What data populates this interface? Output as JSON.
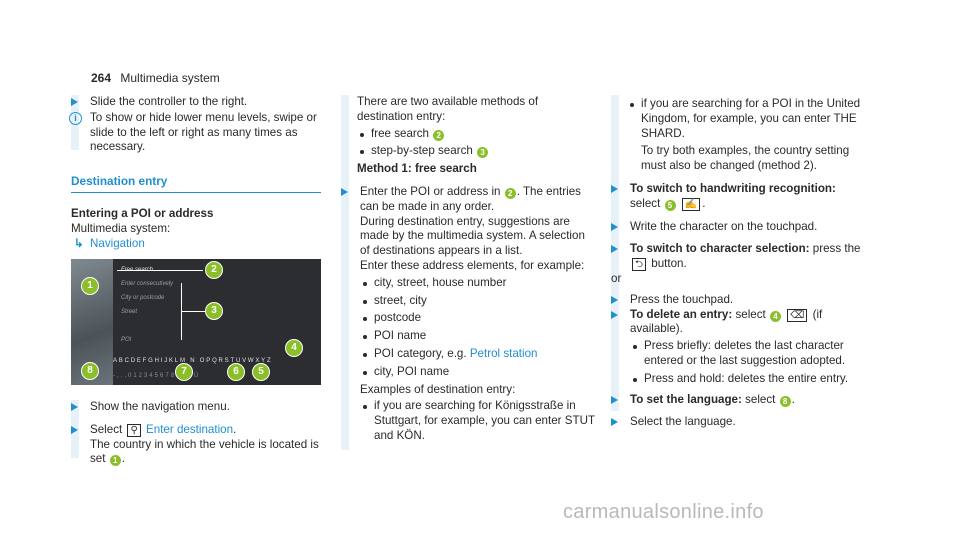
{
  "header": {
    "page_number": "264",
    "title": "Multimedia sy­stem"
  },
  "col1": {
    "step1": "Slide the controller to the right.",
    "info": "To show or hide lower menu levels, swipe or slide to the left or right as many times as necessary.",
    "section_title": "Destination entry",
    "subheading": "Entering a POI or address",
    "path_label": "Multimedia system:",
    "nav_link": "Navigation",
    "step2": "Show the navigation menu.",
    "step3_prefix": "Select",
    "step3_link": "Enter destination",
    "step3_text": "The country in which the vehicle is located is set",
    "step3_badge": "1"
  },
  "screenshot": {
    "menu_items": [
      "Free search",
      "Enter consecutively",
      "City or postcode",
      "Street",
      "",
      "POI"
    ],
    "keyboard_row1": "ABCDEFGHIJKLM N OPQRSTUVWXYZ",
    "keyboard_row2": "-,.,0123456789ÄÖÜ",
    "callouts": [
      "1",
      "2",
      "3",
      "4",
      "5",
      "6",
      "7",
      "8"
    ]
  },
  "col2": {
    "intro": "There are two available methods of destination entry:",
    "methods": [
      "free search",
      "step-by-step search"
    ],
    "method_badges": [
      "2",
      "3"
    ],
    "method_heading": "Method 1: free search",
    "step1_a": "Enter the POI or address in",
    "step1_badge": "2",
    "step1_b": ". The entries can be made in any order.",
    "step1_c": "During destination entry, suggestions are made by the multimedia system. A selection of destinations appears in a list.",
    "step1_d": "Enter these address elements, for example:",
    "elements": [
      "city, street, house number",
      "street, city",
      "postcode",
      "POI name",
      "POI category, e.g. ",
      "city, POI name"
    ],
    "petrol_link": "Petrol station",
    "examples_label": "Examples of destination entry:",
    "example1": "if you are searching for Königsstraße in Stuttgart, for example, you can enter STUT and KÖN."
  },
  "col3": {
    "example2": "if you are searching for a POI in the United Kingdom, for example, you can enter THE SHARD.",
    "example2_note": "To try both examples, the country setting must also be changed (method 2).",
    "switch_hw_title": "To switch to handwriting recognition:",
    "switch_hw_text": "select",
    "switch_hw_badge": "5",
    "write_char": "Write the character on the touchpad.",
    "switch_char_title": "To switch to character selection:",
    "switch_char_text": "press the",
    "switch_char_btn": "button.",
    "or": "or",
    "press_touchpad": "Press the touchpad.",
    "delete_title": "To delete an entry:",
    "delete_text_a": "select",
    "delete_badge": "4",
    "delete_text_b": "(if available).",
    "delete_opts": [
      "Press briefly: deletes the last character entered or the last suggestion adopted.",
      "Press and hold: deletes the entire entry."
    ],
    "lang_title": "To set the language:",
    "lang_text": "select",
    "lang_badge": "8",
    "select_lang": "Select the language."
  },
  "watermark": "carmanualsonline.info"
}
